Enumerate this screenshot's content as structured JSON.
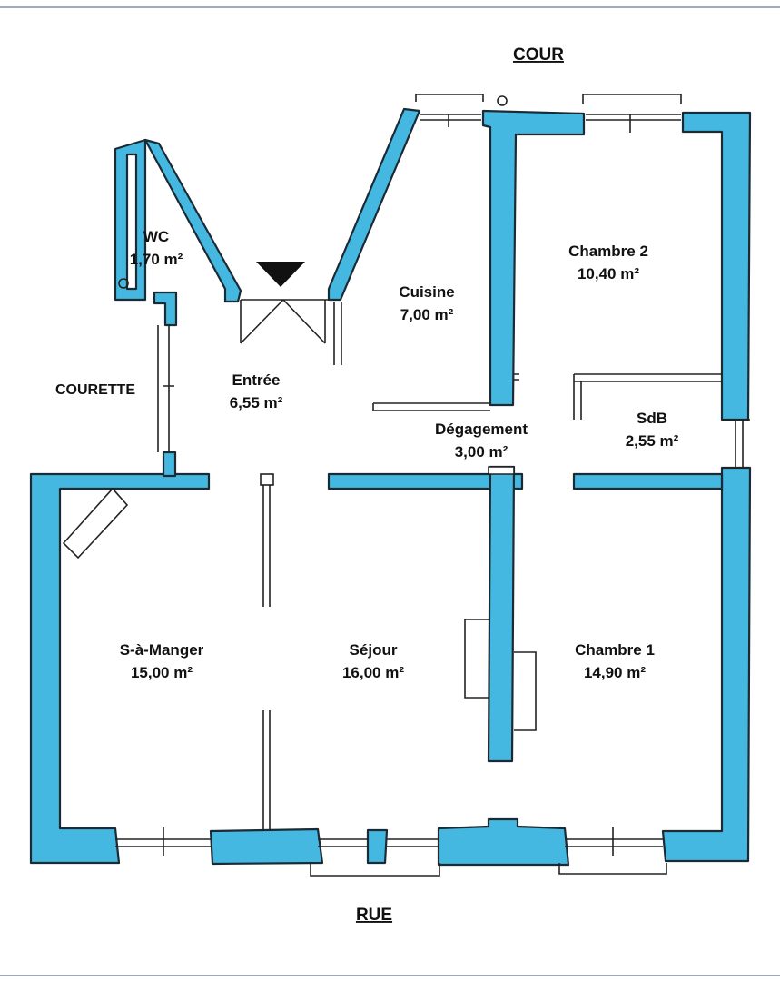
{
  "colors": {
    "wall_fill": "#45b8e2",
    "wall_stroke": "#1b2a33",
    "border": "#7d8fa6"
  },
  "orientation": {
    "top": "COUR",
    "bottom": "RUE",
    "left": "COURETTE"
  },
  "entrance_marker": "down-triangle-icon",
  "rooms": [
    {
      "id": "wc",
      "name": "WC",
      "area": "1,70 m²"
    },
    {
      "id": "entree",
      "name": "Entrée",
      "area": "6,55 m²"
    },
    {
      "id": "cuisine",
      "name": "Cuisine",
      "area": "7,00 m²"
    },
    {
      "id": "chambre-2",
      "name": "Chambre 2",
      "area": "10,40 m²"
    },
    {
      "id": "degagement",
      "name": "Dégagement",
      "area": "3,00 m²"
    },
    {
      "id": "sdb",
      "name": "SdB",
      "area": "2,55 m²"
    },
    {
      "id": "s-a-manger",
      "name": "S-à-Manger",
      "area": "15,00 m²"
    },
    {
      "id": "sejour",
      "name": "Séjour",
      "area": "16,00 m²"
    },
    {
      "id": "chambre-1",
      "name": "Chambre 1",
      "area": "14,90 m²"
    }
  ]
}
